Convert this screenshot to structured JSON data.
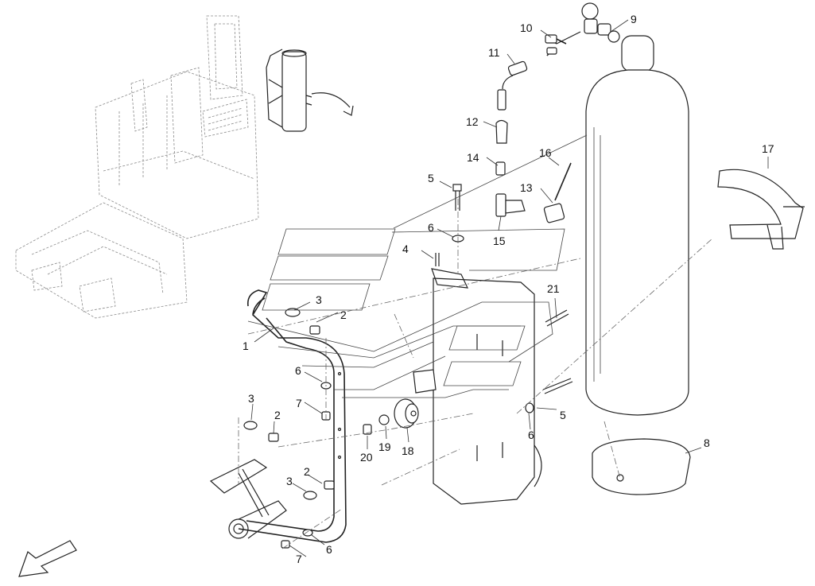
{
  "callouts": [
    {
      "id": "c1",
      "label": "1"
    },
    {
      "id": "c2a",
      "label": "2"
    },
    {
      "id": "c2b",
      "label": "2"
    },
    {
      "id": "c2c",
      "label": "2"
    },
    {
      "id": "c3a",
      "label": "3"
    },
    {
      "id": "c3b",
      "label": "3"
    },
    {
      "id": "c3c",
      "label": "3"
    },
    {
      "id": "c4",
      "label": "4"
    },
    {
      "id": "c5a",
      "label": "5"
    },
    {
      "id": "c5b",
      "label": "5"
    },
    {
      "id": "c6a",
      "label": "6"
    },
    {
      "id": "c6b",
      "label": "6"
    },
    {
      "id": "c6c",
      "label": "6"
    },
    {
      "id": "c6d",
      "label": "6"
    },
    {
      "id": "c7a",
      "label": "7"
    },
    {
      "id": "c7b",
      "label": "7"
    },
    {
      "id": "c8",
      "label": "8"
    },
    {
      "id": "c9",
      "label": "9"
    },
    {
      "id": "c10",
      "label": "10"
    },
    {
      "id": "c11",
      "label": "11"
    },
    {
      "id": "c12",
      "label": "12"
    },
    {
      "id": "c13",
      "label": "13"
    },
    {
      "id": "c14",
      "label": "14"
    },
    {
      "id": "c15",
      "label": "15"
    },
    {
      "id": "c16",
      "label": "16"
    },
    {
      "id": "c17",
      "label": "17"
    },
    {
      "id": "c18",
      "label": "18"
    },
    {
      "id": "c19",
      "label": "19"
    },
    {
      "id": "c20",
      "label": "20"
    },
    {
      "id": "c21",
      "label": "21"
    }
  ],
  "colors": {
    "line": "#222222",
    "background": "#ffffff"
  }
}
